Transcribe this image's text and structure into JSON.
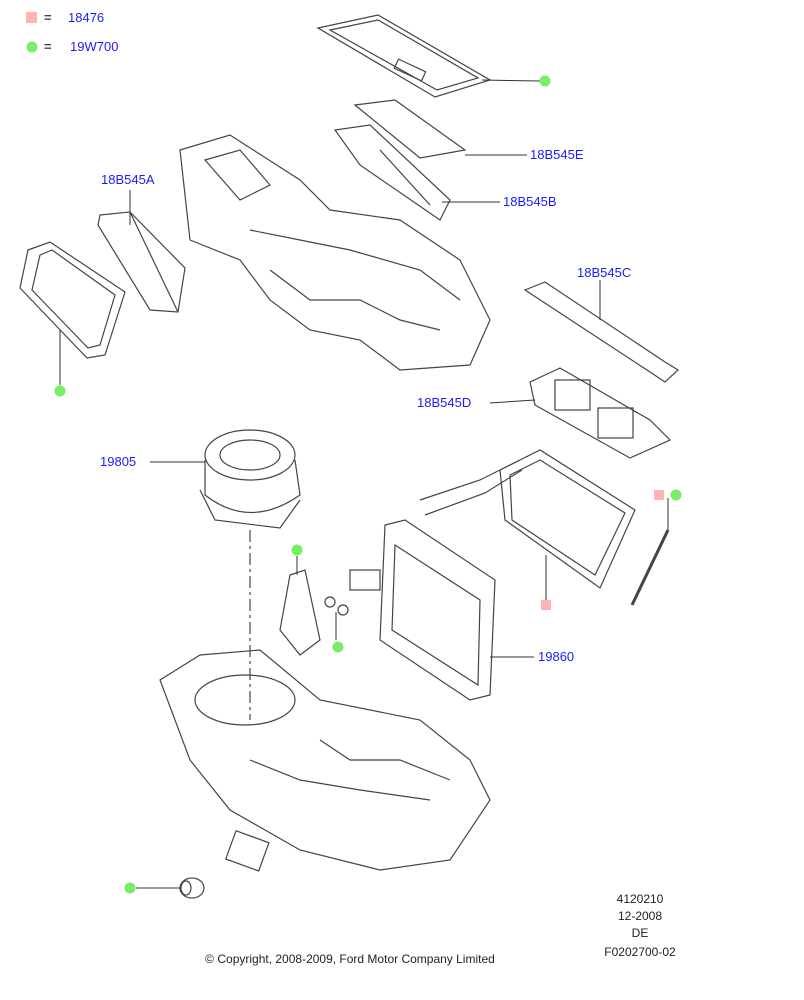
{
  "legend": [
    {
      "marker": "pink-square",
      "color": "#ffb3b3",
      "symbol": "=",
      "part": "18476"
    },
    {
      "marker": "green-circle",
      "color": "#77ee66",
      "symbol": "=",
      "part": "19W700"
    }
  ],
  "callouts": {
    "c18B545E": "18B545E",
    "c18B545B": "18B545B",
    "c18B545A": "18B545A",
    "c18B545C": "18B545C",
    "c18B545D": "18B545D",
    "c19805": "19805",
    "c19860": "19860"
  },
  "footer": {
    "ref": "4120210",
    "date": "12-2008",
    "lang": "DE",
    "fig": "F0202700-02",
    "copyright": "© Copyright, 2008-2009, Ford Motor Company Limited"
  },
  "colors": {
    "label": "#1a1aff",
    "pink": "#ffb3b3",
    "green": "#77ee66",
    "line": "#555555"
  }
}
